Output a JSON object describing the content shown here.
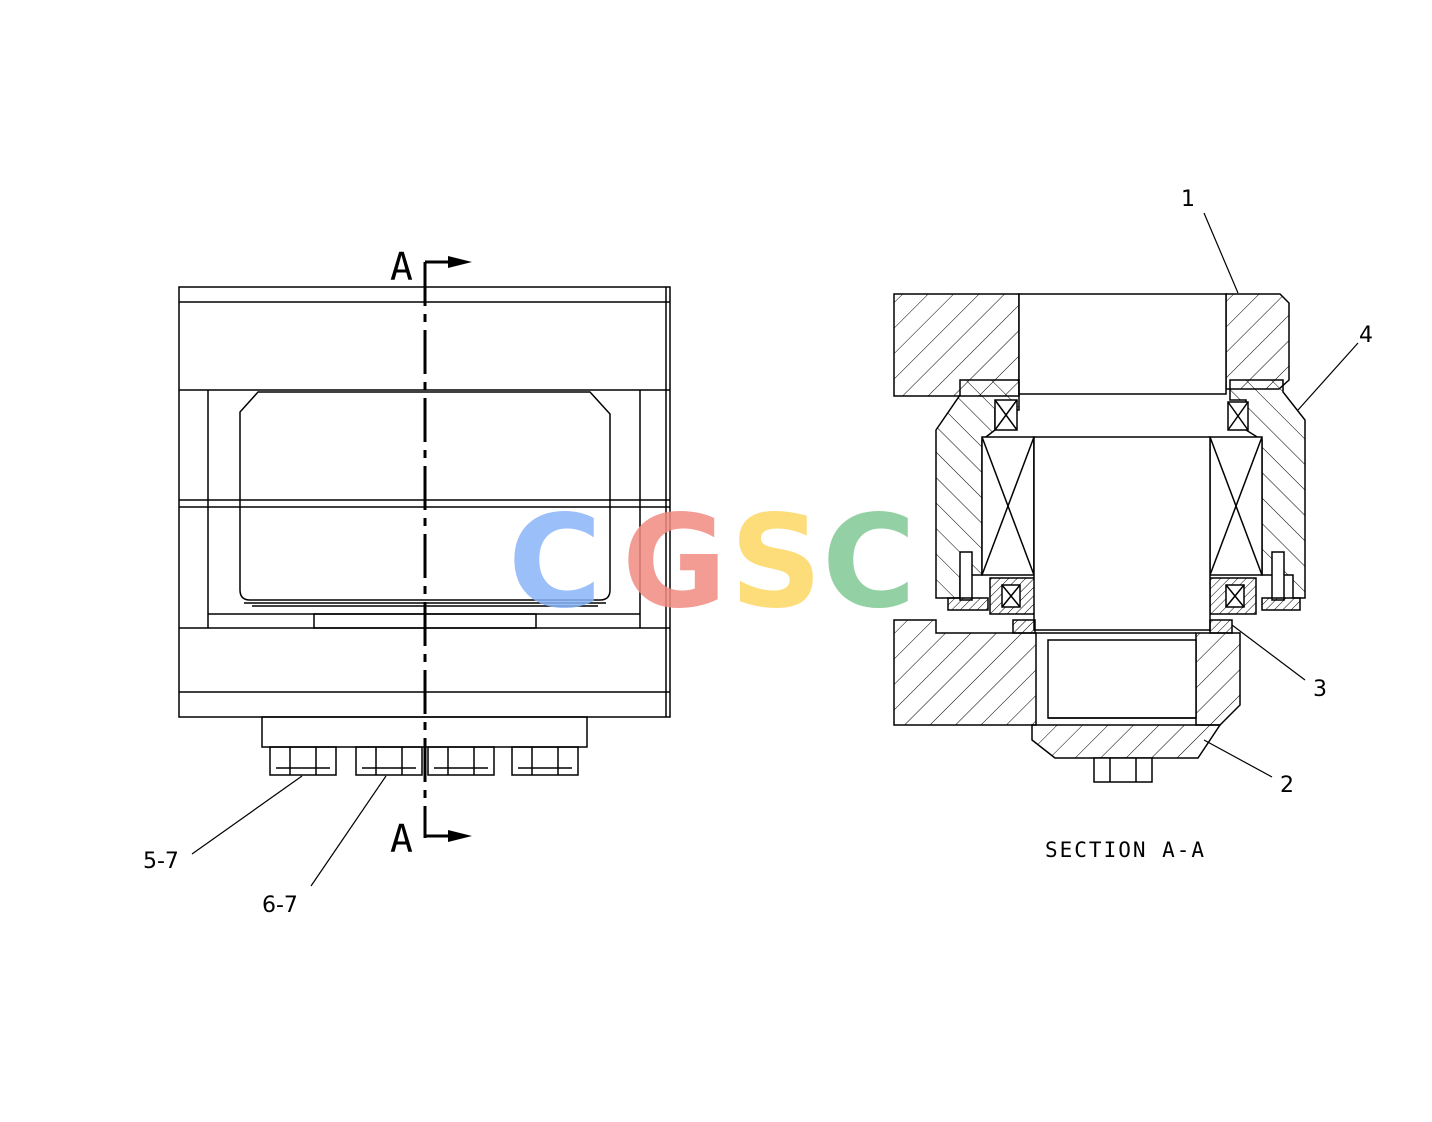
{
  "callouts": {
    "c1": "1",
    "c2": "2",
    "c3": "3",
    "c4": "4",
    "c57": "5-7",
    "c67": "6-7"
  },
  "section_marker": "A",
  "section_title": "SECTION A-A",
  "watermark": {
    "letters": [
      "C",
      "G",
      "S",
      "C"
    ],
    "colors": [
      "#8ab4f8",
      "#f28b82",
      "#fdd663",
      "#81c995"
    ]
  }
}
